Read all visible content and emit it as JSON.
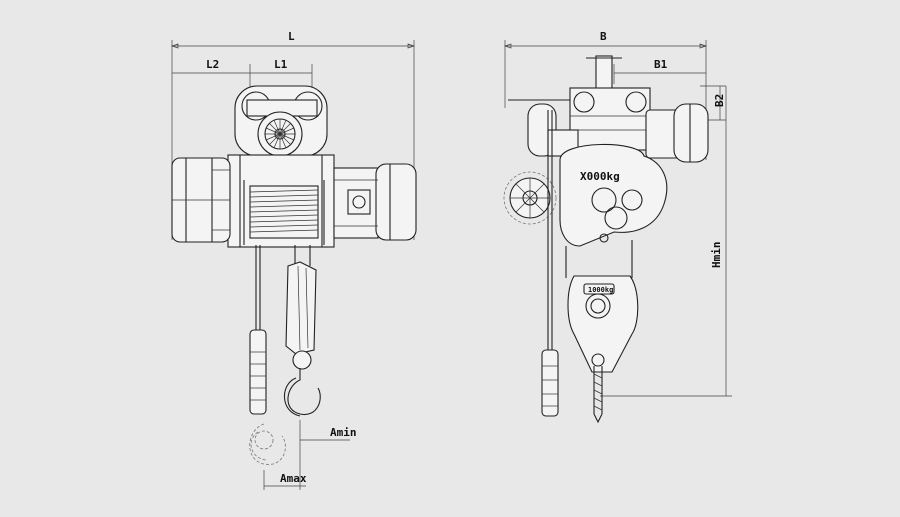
{
  "dimensions": {
    "L": "L",
    "L1": "L1",
    "L2": "L2",
    "B": "B",
    "B1": "B1",
    "B2": "B2",
    "Hmin": "Hmin",
    "Amin": "Amin",
    "Amax": "Amax"
  },
  "capacity_label": "X000kg",
  "wheel_marking": "1000kg"
}
